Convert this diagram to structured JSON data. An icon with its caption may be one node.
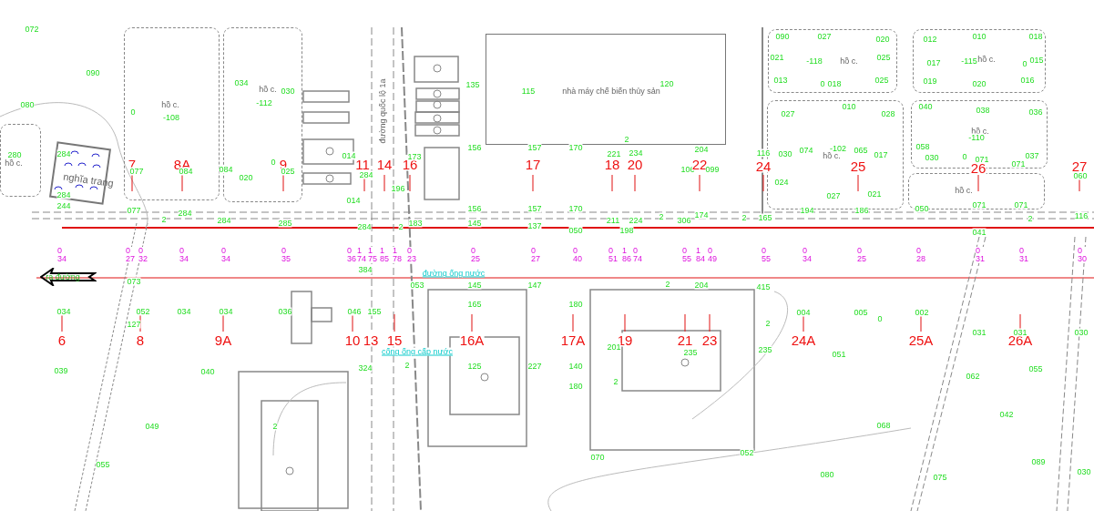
{
  "diagram": {
    "nodes": [
      {
        "text": [
          "hồ c."
        ]
      },
      {
        "text": [
          "nghĩa trang"
        ]
      },
      {
        "text": [
          "hồ c."
        ]
      },
      {
        "text": [
          "hồ c."
        ]
      },
      {
        "text": [
          "nhà máy chế biến thủy sản"
        ]
      },
      {
        "text": [
          "hồ c."
        ]
      },
      {
        "text": [
          "hồ c."
        ]
      },
      {
        "text": [
          "hồ c."
        ]
      },
      {
        "text": [
          "hồ c."
        ]
      },
      {
        "text": [
          "hồ c."
        ]
      },
      {
        "text": [
          "ra đường"
        ]
      }
    ],
    "labels": [
      "072",
      "090",
      "080",
      "280",
      "284",
      "284",
      "244",
      "0",
      "-108",
      "034",
      "030",
      "-112",
      "7",
      "077",
      "8A",
      "084",
      "084",
      "020",
      "0",
      "9",
      "025",
      "014",
      "11",
      "284",
      "014",
      "14",
      "16",
      "173",
      "196",
      "077",
      "2",
      "284",
      "284",
      "285",
      "284",
      "183",
      "2",
      "đường quốc lộ 1a",
      "135",
      "115",
      "120",
      "156",
      "157",
      "170",
      "2",
      "221",
      "234",
      "204",
      "17",
      "18",
      "20",
      "106",
      "22",
      "099",
      "156",
      "157",
      "170",
      "211",
      "224",
      "2",
      "306",
      "174",
      "145",
      "137",
      "050",
      "198",
      "090",
      "027",
      "020",
      "021",
      "-118",
      "025",
      "013",
      "0",
      "018",
      "025",
      "012",
      "010",
      "018",
      "017",
      "-115",
      "0",
      "015",
      "019",
      "020",
      "016",
      "027",
      "010",
      "028",
      "116",
      "030",
      "074",
      "-102",
      "065",
      "017",
      "24",
      "25",
      "024",
      "027",
      "021",
      "194",
      "186",
      "2",
      "165",
      "040",
      "038",
      "036",
      "-110",
      "058",
      "030",
      "0",
      "037",
      "26",
      "071",
      "071",
      "27",
      "060",
      "050",
      "071",
      "071",
      "2",
      "116",
      "041",
      "0 34",
      "0 27",
      "0 32",
      "0 34",
      "0 34",
      "0 35",
      "0 36",
      "1 74",
      "1 75",
      "1 85",
      "1 78",
      "0 23",
      "0 25",
      "0 27",
      "0 40",
      "0 51",
      "1 86",
      "0 74",
      "0 55",
      "1 84",
      "0 49",
      "0 55",
      "0 34",
      "0 25",
      "0 28",
      "0 31",
      "0 31",
      "0 30",
      "384",
      "073",
      "đường ống nước",
      "053",
      "145",
      "147",
      "2",
      "204",
      "415",
      "034",
      "052",
      "127",
      "034",
      "034",
      "036",
      "046",
      "155",
      "165",
      "180",
      "004",
      "005",
      "0",
      "002",
      "2",
      "6",
      "8",
      "9A",
      "10",
      "13",
      "15",
      "16A",
      "17A",
      "19",
      "21",
      "23",
      "24A",
      "25A",
      "26A",
      "cống ống cấp nước",
      "031",
      "031",
      "030",
      "201",
      "235",
      "235",
      "2",
      "324",
      "125",
      "227",
      "140",
      "051",
      "039",
      "040",
      "055",
      "180",
      "2",
      "062",
      "042",
      "049",
      "2",
      "068",
      "055",
      "070",
      "052",
      "080",
      "075",
      "089",
      "030"
    ]
  }
}
